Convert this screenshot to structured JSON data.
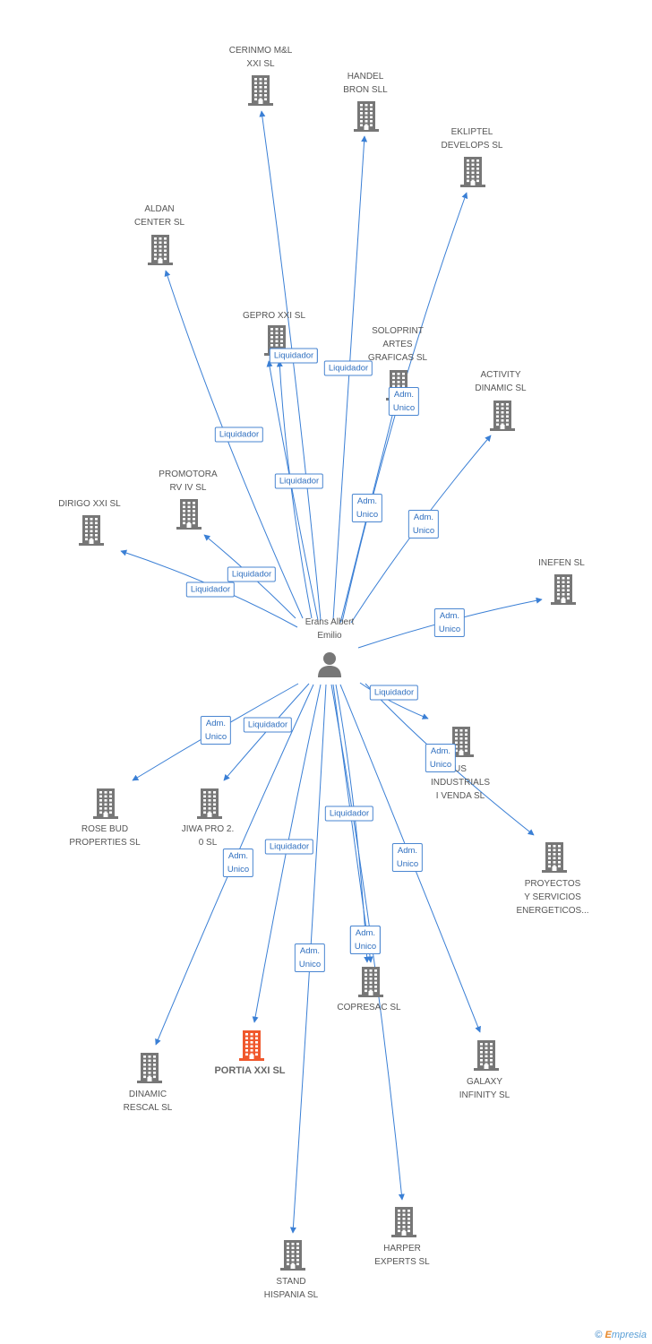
{
  "center": {
    "label": "Erans Albert\nEmilio"
  },
  "nodes": [
    {
      "id": "cerinmo",
      "label": "CERINMO M&L\nXXI SL"
    },
    {
      "id": "handel",
      "label": "HANDEL\nBRON SLL"
    },
    {
      "id": "ekliptel",
      "label": "EKLIPTEL\nDEVELOPS SL"
    },
    {
      "id": "aldan",
      "label": "ALDAN\nCENTER SL"
    },
    {
      "id": "gepro",
      "label": "GEPRO XXI SL"
    },
    {
      "id": "soloprint",
      "label": "SOLOPRINT\nARTES\nGRAFICAS SL"
    },
    {
      "id": "activity",
      "label": "ACTIVITY\nDINAMIC SL"
    },
    {
      "id": "promotora",
      "label": "PROMOTORA\nRV IV SL"
    },
    {
      "id": "dirigo",
      "label": "DIRIGO XXI SL"
    },
    {
      "id": "inefen",
      "label": "INEFEN SL"
    },
    {
      "id": "industrials",
      "label": "US\nINDUSTRIALS\nI VENDA SL"
    },
    {
      "id": "rosebud",
      "label": "ROSE BUD\nPROPERTIES SL"
    },
    {
      "id": "jiwa",
      "label": "JIWA PRO 2.\n0 SL"
    },
    {
      "id": "proyectos",
      "label": "PROYECTOS\nY SERVICIOS\nENERGETICOS..."
    },
    {
      "id": "copresac",
      "label": "COPRESAC SL"
    },
    {
      "id": "portia",
      "label": "PORTIA XXI SL",
      "highlight": true
    },
    {
      "id": "dinamic",
      "label": "DINAMIC\nRESCAL SL"
    },
    {
      "id": "galaxy",
      "label": "GALAXY\nINFINITY  SL"
    },
    {
      "id": "harper",
      "label": "HARPER\nEXPERTS  SL"
    },
    {
      "id": "stand",
      "label": "STAND\nHISPANIA  SL"
    }
  ],
  "edges": [
    {
      "to": "cerinmo",
      "label": "Liquidador"
    },
    {
      "to": "handel",
      "label": "Liquidador"
    },
    {
      "to": "ekliptel",
      "label": "Adm.\nUnico"
    },
    {
      "to": "aldan",
      "label": "Liquidador"
    },
    {
      "to": "gepro",
      "label": "Liquidador"
    },
    {
      "to": "gepro",
      "label": "Liquidador"
    },
    {
      "to": "soloprint",
      "label": "Adm.\nUnico"
    },
    {
      "to": "activity",
      "label": "Adm.\nUnico"
    },
    {
      "to": "promotora",
      "label": "Liquidador"
    },
    {
      "to": "dirigo",
      "label": "Liquidador"
    },
    {
      "to": "inefen",
      "label": "Adm.\nUnico"
    },
    {
      "to": "industrials",
      "label": "Liquidador"
    },
    {
      "to": "proyectos",
      "label": "Adm.\nUnico"
    },
    {
      "to": "rosebud",
      "label": "Adm.\nUnico"
    },
    {
      "to": "jiwa",
      "label": "Liquidador"
    },
    {
      "to": "dinamic",
      "label": "Adm.\nUnico"
    },
    {
      "to": "portia",
      "label": "Liquidador"
    },
    {
      "to": "copresac",
      "label": "Liquidador"
    },
    {
      "to": "copresac",
      "label": "Adm.\nUnico"
    },
    {
      "to": "stand",
      "label": "Adm.\nUnico"
    },
    {
      "to": "galaxy",
      "label": "Adm.\nUnico"
    },
    {
      "to": "harper",
      "label": "Adm.\nUnico"
    }
  ],
  "colors": {
    "edge": "#3a7fd5",
    "building": "#777777",
    "highlight": "#f0582d",
    "person": "#777777"
  },
  "footer": {
    "copyright": "©",
    "brand_initial": "E",
    "brand_rest": "mpresia"
  }
}
